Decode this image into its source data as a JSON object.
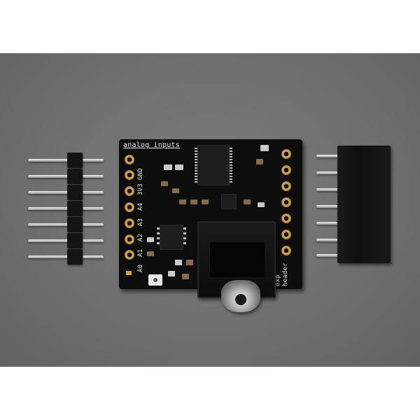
{
  "photo": {
    "subject": "audio-breakout-pcb",
    "background_color": "#6f6f6f",
    "pcb_color": "#0d0d0d",
    "pad_color": "#c9a046"
  },
  "silkscreen": {
    "top_label": "analog inputs",
    "right_label_line1": "exp",
    "right_label_line2": "header",
    "pins": [
      "GND",
      "3V3",
      "A4",
      "A3",
      "A2",
      "A1",
      "A0"
    ]
  }
}
